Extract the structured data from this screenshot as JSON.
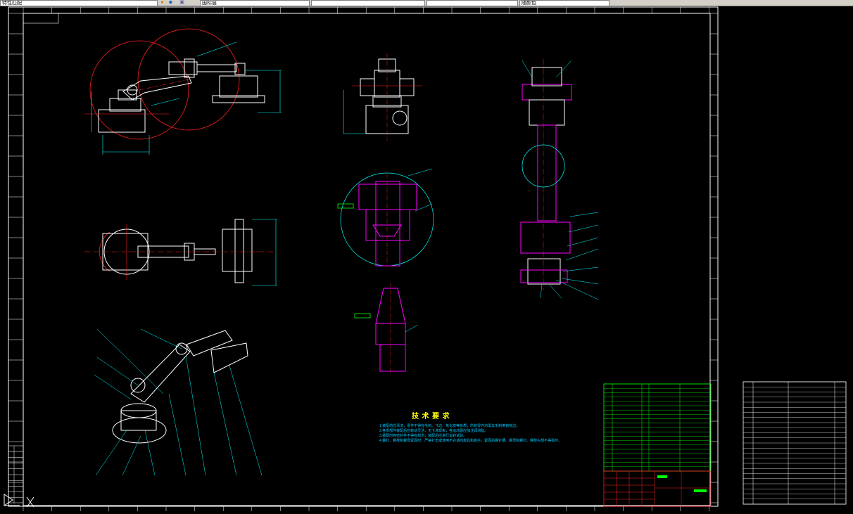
{
  "app": {
    "toolbar_fields": [
      "特性匹配",
      "国标层",
      "",
      "",
      "",
      "随颜色"
    ]
  },
  "drawing": {
    "tech_title": "技 术 要 求",
    "tech_notes": [
      "1.装配前应清洗，零件不得有毛刺、飞边、氧化皮等杂质，所有零件均需去毛刺倒钝锐边。",
      "2.各零部件装配后应转动灵活，无卡滞现象，各运动副应加注润滑脂。",
      "3.装配时各密封件不得有损伤，装配后应进行运转试验。",
      "4.螺钉、螺栓和螺母紧固时，严禁打击或使用不合适的旋具和扳手，紧固后螺钉槽、螺母和螺钉、螺栓头部不得损坏。"
    ],
    "colors": {
      "frame": "#ffffff",
      "part_white": "#ffffff",
      "dimension": "#00ffff",
      "section": "#ff00ff",
      "center": "#ff2020",
      "title_grid": "#00ff00",
      "title_red": "#ff2020",
      "note": "#00c8ff"
    }
  }
}
